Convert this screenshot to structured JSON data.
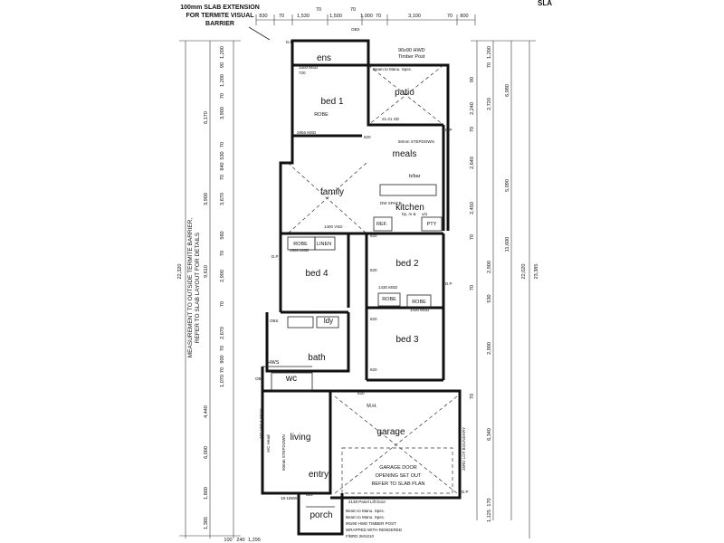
{
  "header": {
    "slab_note": [
      "100mm SLAB EXTENSION",
      "FOR TERMITE VISUAL",
      "BARRIER"
    ],
    "corner_text": "SLA"
  },
  "rooms": {
    "ens": "ens",
    "bed1": "bed 1",
    "patio": "patio",
    "meals": "meals",
    "family": "family",
    "kitchen": "kitchen",
    "bed4": "bed 4",
    "bed2": "bed 2",
    "bath": "bath",
    "bed3": "bed 3",
    "wc": "wc",
    "living": "living",
    "garage": "garage",
    "entry": "entry",
    "porch": "porch",
    "ldy": "ldy",
    "linen": "LINEN",
    "ref": "REF.",
    "pty": "PTY",
    "robe1": "ROBE",
    "robe4": "ROBE",
    "robe2": "ROBE",
    "robe3": "ROBE",
    "hws": "HWS",
    "mh": "M.H."
  },
  "annotations": {
    "timber_post": [
      "90x90 HWD",
      "Timber Post"
    ],
    "beam_patio": "Beam to Manu. Spec.",
    "stepdown_meals": "50mm STEPDOWN",
    "bbar": "b/bar",
    "dw_space": "DW SPACE",
    "hp_m": "hp, m &",
    "uo": "u/o",
    "dp_labels": [
      "D.P",
      "D.P",
      "D.P",
      "D.P",
      "D.P"
    ],
    "left_note": [
      "MEASUREMENT TO OUTSIDE TERMITE BARRIER,",
      "REFER TO SLAB LAYOUT FOR DETAILS"
    ],
    "ceiling_meals": "21-21 SD",
    "garage_door": [
      "GARAGE DOOR",
      "OPENING SET OUT",
      "REFER TO SLAB PLAN"
    ],
    "lift_door": "2148 Panel Lift Door",
    "beam_porch": [
      "Beam to Manu. Spec.",
      "Beam to Manu. Spec.",
      "90x90 HWD TIMBER POST",
      "WRAPPED WITH RENDERED",
      "F/BRD 2KN210"
    ],
    "stepdown_living": "50mm STEPDOWN",
    "ac_head": "A/C Head",
    "ac_unit": "A/C Unit & Motor",
    "boundary": "25RD LOT BOUNDARY",
    "doors": [
      "820",
      "820",
      "820",
      "820",
      "820",
      "820",
      "820"
    ],
    "window_codes": [
      "1500 MSD",
      "2856 MSD",
      "1400 VSD",
      "1500 MSD",
      "1430 MSD",
      "1430 MSD",
      "18-185W"
    ],
    "openings": [
      "OBS",
      "OBS",
      "OBS",
      "720"
    ]
  },
  "dimensions": {
    "top": [
      "830",
      "70",
      "1,530",
      "70",
      "1,500",
      "70",
      "1,000",
      "70",
      "3,100",
      "70",
      "800"
    ],
    "left_outer": "22,320",
    "left_inner": [
      "6,170",
      "3,900",
      "9,610",
      "4,440",
      "6,000",
      "1,800",
      "1,385"
    ],
    "left_parts": [
      "1,200",
      "90",
      "1,200",
      "70",
      "3,900",
      "70",
      "530",
      "840",
      "70",
      "3,670",
      "560",
      "70",
      "2,900",
      "70",
      "2,670",
      "70",
      "900",
      "70",
      "1,070"
    ],
    "right_outer": "23,385",
    "right_mid": [
      "6,080",
      "5,090",
      "11,600",
      "22,020",
      "6,340"
    ],
    "right_parts": [
      "1,200",
      "70",
      "90",
      "2,720",
      "2,240",
      "70",
      "2,640",
      "2,450",
      "70",
      "2,900",
      "70",
      "530",
      "2,900",
      "70",
      "1,125",
      "170"
    ],
    "bottom_left": [
      "100",
      "240",
      "1,295"
    ]
  }
}
